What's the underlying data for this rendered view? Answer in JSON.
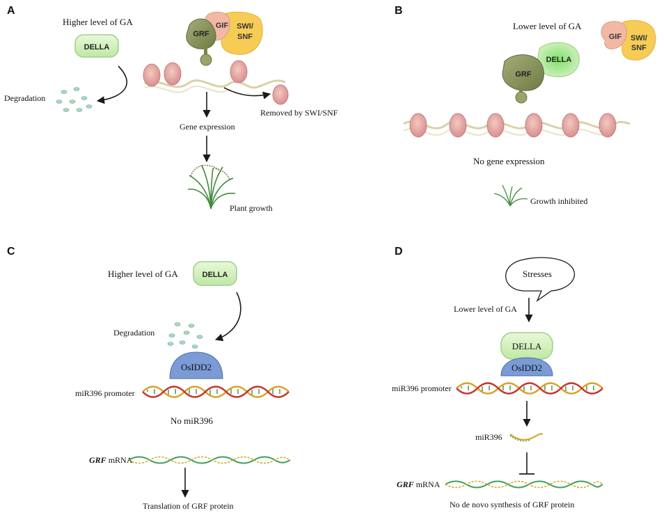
{
  "panels": {
    "a": {
      "letter": "A",
      "ga_label": "Higher level of GA",
      "della": "DELLA",
      "degradation": "Degradation",
      "grf": "GRF",
      "gif": "GIF",
      "swi_line1": "SWI/",
      "swi_line2": "SNF",
      "removed": "Removed by SWI/SNF",
      "gene_expression": "Gene expression",
      "plant_growth": "Plant growth"
    },
    "b": {
      "letter": "B",
      "ga_label": "Lower level of GA",
      "della": "DELLA",
      "grf": "GRF",
      "gif": "GIF",
      "swi_line1": "SWI/",
      "swi_line2": "SNF",
      "no_gene_expression": "No gene expression",
      "growth_inhibited": "Growth inhibited"
    },
    "c": {
      "letter": "C",
      "ga_label": "Higher level of GA",
      "della": "DELLA",
      "degradation": "Degradation",
      "osidd2": "OsIDD2",
      "promoter": "miR396 promoter",
      "no_mir": "No miR396",
      "grf_italic": "GRF",
      "mrna": " mRNA",
      "translation": "Translation of GRF protein"
    },
    "d": {
      "letter": "D",
      "stresses": "Stresses",
      "ga_label": "Lower level of GA",
      "della": "DELLA",
      "osidd2": "OsIDD2",
      "promoter": "miR396 promoter",
      "mir": "miR396",
      "grf_italic": "GRF",
      "mrna": " mRNA",
      "no_synthesis": "No de novo synthesis of GRF protein"
    }
  },
  "colors": {
    "della_fill": "#cdeeb4",
    "della_stroke": "#9fcf86",
    "grf_fill": "#8f9a63",
    "gif_fill": "#f2b8a4",
    "swi_fill": "#f7cc55",
    "nucleosome": "#e8a7a7",
    "dna_strand": "#d9d2a5",
    "osidd2_fill": "#7a9bd6",
    "particle": "#a8d8c0"
  }
}
